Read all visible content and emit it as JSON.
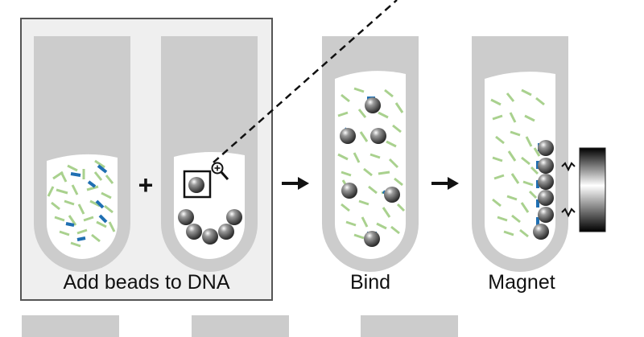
{
  "labels": {
    "step1": "Add beads to DNA",
    "step2": "Bind",
    "step3": "Magnet"
  },
  "operators": {
    "plus": "+"
  },
  "colors": {
    "tube": "#cccccc",
    "panel": "#efefef",
    "panel_border": "#555555",
    "dna": "#a9d18e",
    "tag": "#1f6fb2",
    "bead": "#555555"
  },
  "icons": {
    "zoom": "magnifier-plus-icon",
    "arrow": "right-arrow-icon",
    "magnet": "magnet-bar-icon"
  }
}
